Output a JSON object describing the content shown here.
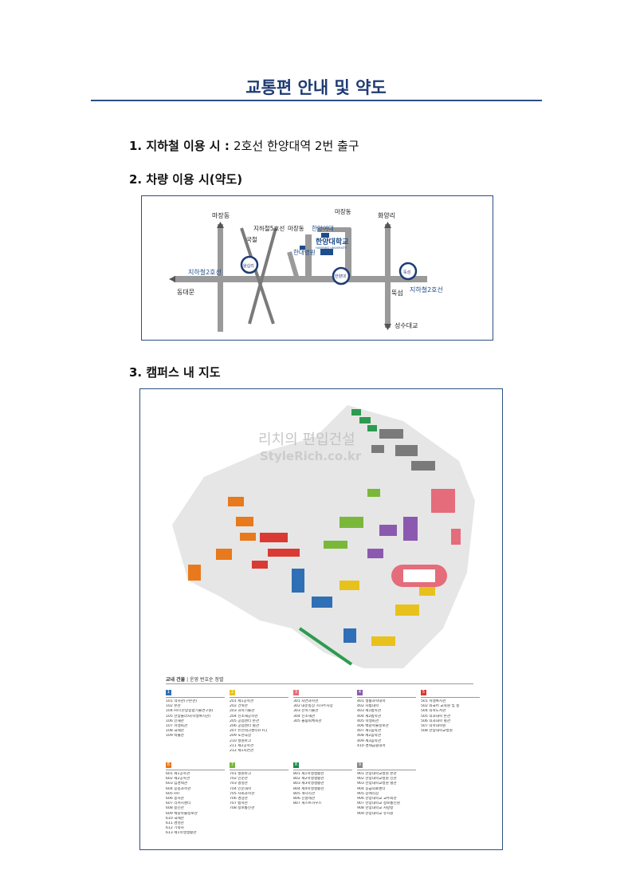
{
  "page": {
    "title": "교통편 안내 및 약도",
    "s1_heading": "1. 지하철 이용 시 : ",
    "s1_text": "2호선 한양대역 2번 출구",
    "s2_heading": "2. 차량 이용 시(약도)",
    "s3_heading": "3. 캠퍼스 내 지도"
  },
  "road_map": {
    "labels": {
      "majang_left": "마장동",
      "subway5": "지하철5호선",
      "gukcheol": "국철",
      "majang_mid": "마장동",
      "majang_top": "마장동",
      "hanyang_girls": "한양여대",
      "hanyang_univ": "한양대학교",
      "hanyang_univ_en": "HANYANG UNIVERSITY",
      "hospital": "한대병원",
      "hwayangri": "화양리",
      "wangsimni": "왕십리",
      "hanyangdae_station": "한양대",
      "ttukseom_circle": "뚝섬",
      "line2_left": "지하철2호선",
      "dongdaemun": "동대문",
      "ttukseom": "뚝섬",
      "line2_right": "지하철2호선",
      "seongsu": "성수대교"
    }
  },
  "campus_map": {
    "watermark_kr": "리치의 편입건설",
    "watermark_en": "StyleRich.co.kr",
    "legend_title": "교내 건물",
    "legend_note": "| 운영 번호순 정렬",
    "groups": [
      {
        "num": "1",
        "color": "#2f6fb5",
        "items": [
          "101 역사관(구본관)",
          "102 본관",
          "104 HIT(한양종합기술연구원)",
          "105 한양플라자(학생복지관)",
          "106 인재관",
          "107 학생회관",
          "108 국제관",
          "109 박물관"
        ]
      },
      {
        "num": "2",
        "color": "#e8c21c",
        "items": [
          "201 제1공학관",
          "202 건축관",
          "203 과학기술관",
          "204 신소재공학관",
          "205 공업센터 본관",
          "206 공업센터 별관",
          "207 퓨전테크센터(FTC)",
          "209 노천극장",
          "210 행원파크",
          "211 제2공학관",
          "212 제1자연관"
        ]
      },
      {
        "num": "3",
        "color": "#e56c7b",
        "items": [
          "301 자연과학관",
          "302 대운동장 지하주차장",
          "303 산학기술관",
          "304 신소재관",
          "305 올림픽체육관"
        ]
      },
      {
        "num": "4",
        "color": "#8c59b0",
        "items": [
          "401 생활과학대학",
          "402 사범대학",
          "403 제1법학관",
          "404 제2법학관",
          "405 학생회관",
          "406 백남학술정보관",
          "407 제1음악관",
          "408 제2음악관",
          "409 제3음악관",
          "410 경제금융대학"
        ]
      },
      {
        "num": "5",
        "color": "#d93a34",
        "items": [
          "501 학생복지관",
          "502 외국어 교육원 및 동",
          "504 의학도서관",
          "505 의과대학 본관",
          "506 의과대학 별관",
          "507 의학대학원",
          "508 한양대학교병원"
        ]
      },
      {
        "num": "6",
        "color": "#e8791d",
        "items": [
          "601 제1공학관",
          "602 제2공학관",
          "603 임경택관",
          "604 응용과학관",
          "605 HIT",
          "606 봉사관",
          "607 리서치센터",
          "608 용신관",
          "609 백남학술정보관",
          "610 국제관",
          "611 경영관",
          "612 기숙사",
          "613 제1학생생활관"
        ]
      },
      {
        "num": "7",
        "color": "#7ab83a",
        "items": [
          "701 행원파크",
          "702 인문관",
          "703 행정관",
          "704 인문대학",
          "705 사회과학관",
          "706 경상관",
          "707 법학관",
          "708 정보통신관"
        ]
      },
      {
        "num": "8",
        "color": "#1c8a4a",
        "items": [
          "801 제1학생생활관",
          "802 제2학생생활관",
          "803 제3학생생활관",
          "804 제4학생생활관",
          "805 개나리관",
          "806 진달래관",
          "807 게스트하우스"
        ]
      },
      {
        "num": "9",
        "color": "#8a8a8a",
        "items": [
          "901 한양대학교병원 본관",
          "902 한양대학교병원 신관",
          "903 한양대학교병원 별관",
          "904 응급의료센터",
          "905 장례식장",
          "906 한양대학교 교수회관",
          "907 한양대학교 정보통신원",
          "908 한양대학교 사랑방",
          "909 한양대학교 유치원"
        ]
      }
    ]
  }
}
